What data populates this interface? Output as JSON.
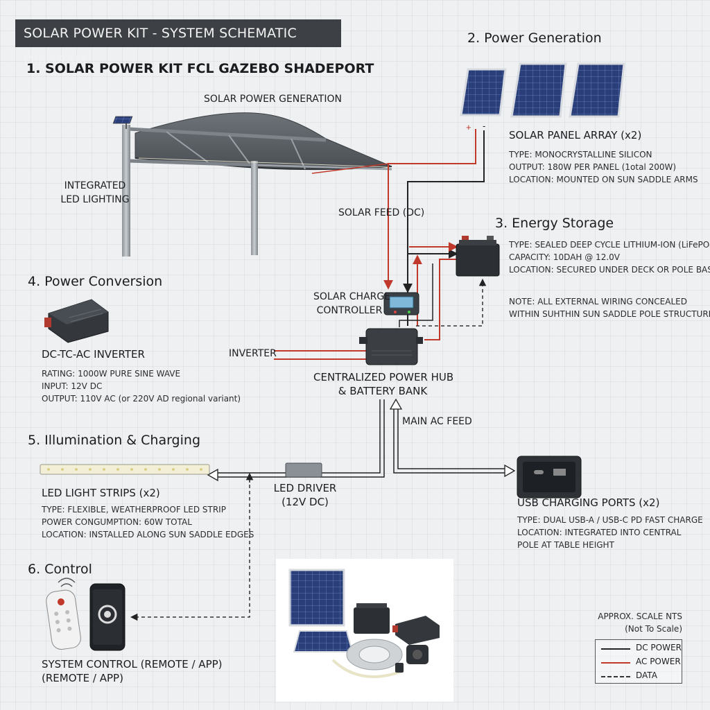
{
  "title": "SOLAR POWER KIT - SYSTEM SCHEMATIC DIAGRAM",
  "sections": {
    "s1": "1. SOLAR POWER KIT FCL GAZEBO SHADEPORT",
    "s2": "2. Power Generation",
    "s3": "3. Energy Storage",
    "s4": "4. Power Conversion",
    "s5": "5. Illumination & Charging",
    "s6": "6. Control"
  },
  "labels": {
    "solar_power_generation": "SOLAR POWER GENERATION",
    "integrated_led_1": "INTEGRATED",
    "integrated_led_2": "LED LIGHTING",
    "solar_feed": "SOLAR FEED (DC)",
    "charge_controller_1": "SOLAR CHARGE",
    "charge_controller_2": "CONTROLLER",
    "inverter": "INVERTER",
    "hub_1": "CENTRALIZED POWER HUB",
    "hub_2": "& BATTERY BANK",
    "main_ac_feed": "MAIN AC FEED",
    "led_driver_1": "LED DRIVER",
    "led_driver_2": "(12V DC)",
    "plus_sign": "+",
    "minus_sign": "-"
  },
  "panel": {
    "heading": "SOLAR PANEL ARRAY (x2)",
    "specs": [
      "TYPE: MONOCRYSTALLINE SILICON",
      "OUTPUT: 180W PER PANEL (1otal 200W)",
      "LOCATION: MOUNTED ON SUN SADDLE ARMS"
    ]
  },
  "storage": {
    "specs": [
      "TYPE: SEALED DEEP CYCLE LITHIUM-ION (LiFePO4)",
      "CAPACITY: 10DAH @ 12.0V",
      "LOCATION: SECURED UNDER DECK OR POLE BASE"
    ],
    "note": [
      "NOTE: ALL EXTERNAL WIRING CONCEALED",
      "WITHIN SUHTHIN SUN SADDLE POLE STRUCTURE"
    ]
  },
  "inverter": {
    "heading": "DC-TC-AC INVERTER",
    "specs": [
      "RATING: 1000W PURE SINE WAVE",
      "INPUT: 12V DC",
      "OUTPUT: 110V AC (or 220V AD regional variant)"
    ]
  },
  "led": {
    "heading": "LED LIGHT STRIPS (x2)",
    "specs": [
      "TYPE: FLEXIBLE, WEATHERPROOF LED STRIP",
      "POWER CONGUMPTION: 60W TOTAL",
      "LOCATION: INSTALLED ALONG SUN SADDLE EDGES"
    ]
  },
  "usb": {
    "heading": "USB CHARGING PORTS (x2)",
    "specs": [
      "TYPE: DUAL USB-A / USB-C PD FAST CHARGE",
      "LOCATION: INTEGRATED INTO CENTRAL",
      "POLE AT TABLE HEIGHT"
    ]
  },
  "control": {
    "line1": "SYSTEM CONTROL (REMOTE / APP)",
    "line2": "(REMOTE / APP)"
  },
  "scale": {
    "line1": "APPROX. SCALE  NTS",
    "line2": "(Not To Scale)"
  },
  "legend": [
    {
      "label": "DC POWER",
      "color": "#222222",
      "style": "solid"
    },
    {
      "label": "AC POWER",
      "color": "#c0392b",
      "style": "solid"
    },
    {
      "label": "DATA",
      "color": "#333333",
      "style": "dashed"
    }
  ],
  "colors": {
    "dc": "#222222",
    "ac": "#c0392b",
    "data": "#333333",
    "panel_blue": "#2a3f7a"
  }
}
